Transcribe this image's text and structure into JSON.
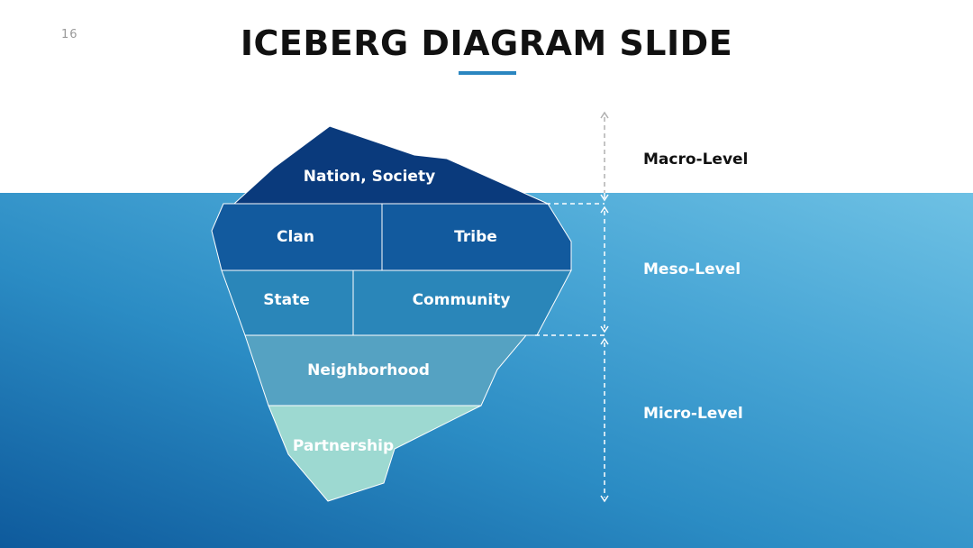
{
  "page": {
    "number": "16",
    "title": "ICEBERG DIAGRAM SLIDE"
  },
  "iceberg": {
    "segments": [
      {
        "id": "nation_society",
        "label": "Nation, Society",
        "color": "#0a3a7c"
      },
      {
        "id": "clan",
        "label": "Clan",
        "color": "#125a9e"
      },
      {
        "id": "tribe",
        "label": "Tribe",
        "color": "#125a9e"
      },
      {
        "id": "state",
        "label": "State",
        "color": "#2a86b9"
      },
      {
        "id": "community",
        "label": "Community",
        "color": "#2a86b9"
      },
      {
        "id": "neighborhood",
        "label": "Neighborhood",
        "color": "#55a2c2"
      },
      {
        "id": "partnership",
        "label": "Partnership",
        "color": "#9dd9d1"
      }
    ]
  },
  "levels": [
    {
      "id": "macro",
      "label": "Macro-Level",
      "color": "#111111"
    },
    {
      "id": "meso",
      "label": "Meso-Level",
      "color": "#ffffff"
    },
    {
      "id": "micro",
      "label": "Micro-Level",
      "color": "#ffffff"
    }
  ]
}
